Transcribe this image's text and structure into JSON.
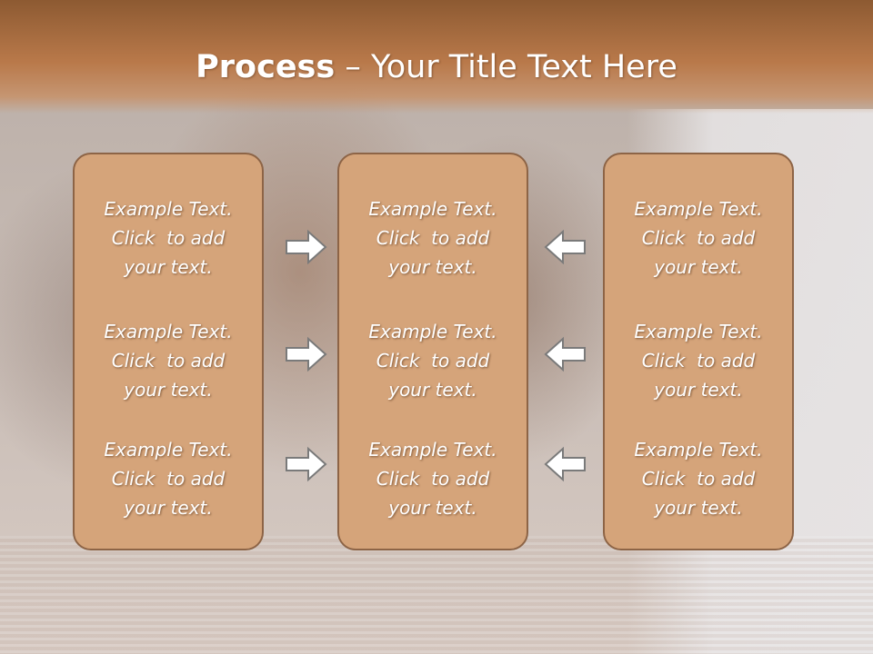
{
  "slide": {
    "title_bold": "Process",
    "title_rest": " – Your Title Text Here"
  },
  "columns": [
    {
      "items": [
        {
          "line1": "Example Text.",
          "line2": "Click  to add",
          "line3": "your text."
        },
        {
          "line1": "Example Text.",
          "line2": "Click  to add",
          "line3": "your text."
        },
        {
          "line1": "Example Text.",
          "line2": "Click  to add",
          "line3": "your text."
        }
      ]
    },
    {
      "items": [
        {
          "line1": "Example Text.",
          "line2": "Click  to add",
          "line3": "your text."
        },
        {
          "line1": "Example Text.",
          "line2": "Click  to add",
          "line3": "your text."
        },
        {
          "line1": "Example Text.",
          "line2": "Click  to add",
          "line3": "your text."
        }
      ]
    },
    {
      "items": [
        {
          "line1": "Example Text.",
          "line2": "Click  to add",
          "line3": "your text."
        },
        {
          "line1": "Example Text.",
          "line2": "Click  to add",
          "line3": "your text."
        },
        {
          "line1": "Example Text.",
          "line2": "Click  to add",
          "line3": "your text."
        }
      ]
    }
  ],
  "arrows": {
    "left_group": "arrow-right-icon",
    "right_group": "arrow-left-icon"
  },
  "colors": {
    "title_band": "#b9794a",
    "box_fill": "#d5a47a",
    "box_border": "#8d6446",
    "arrow_fill": "#ffffff",
    "arrow_stroke": "#7a7a7a"
  }
}
